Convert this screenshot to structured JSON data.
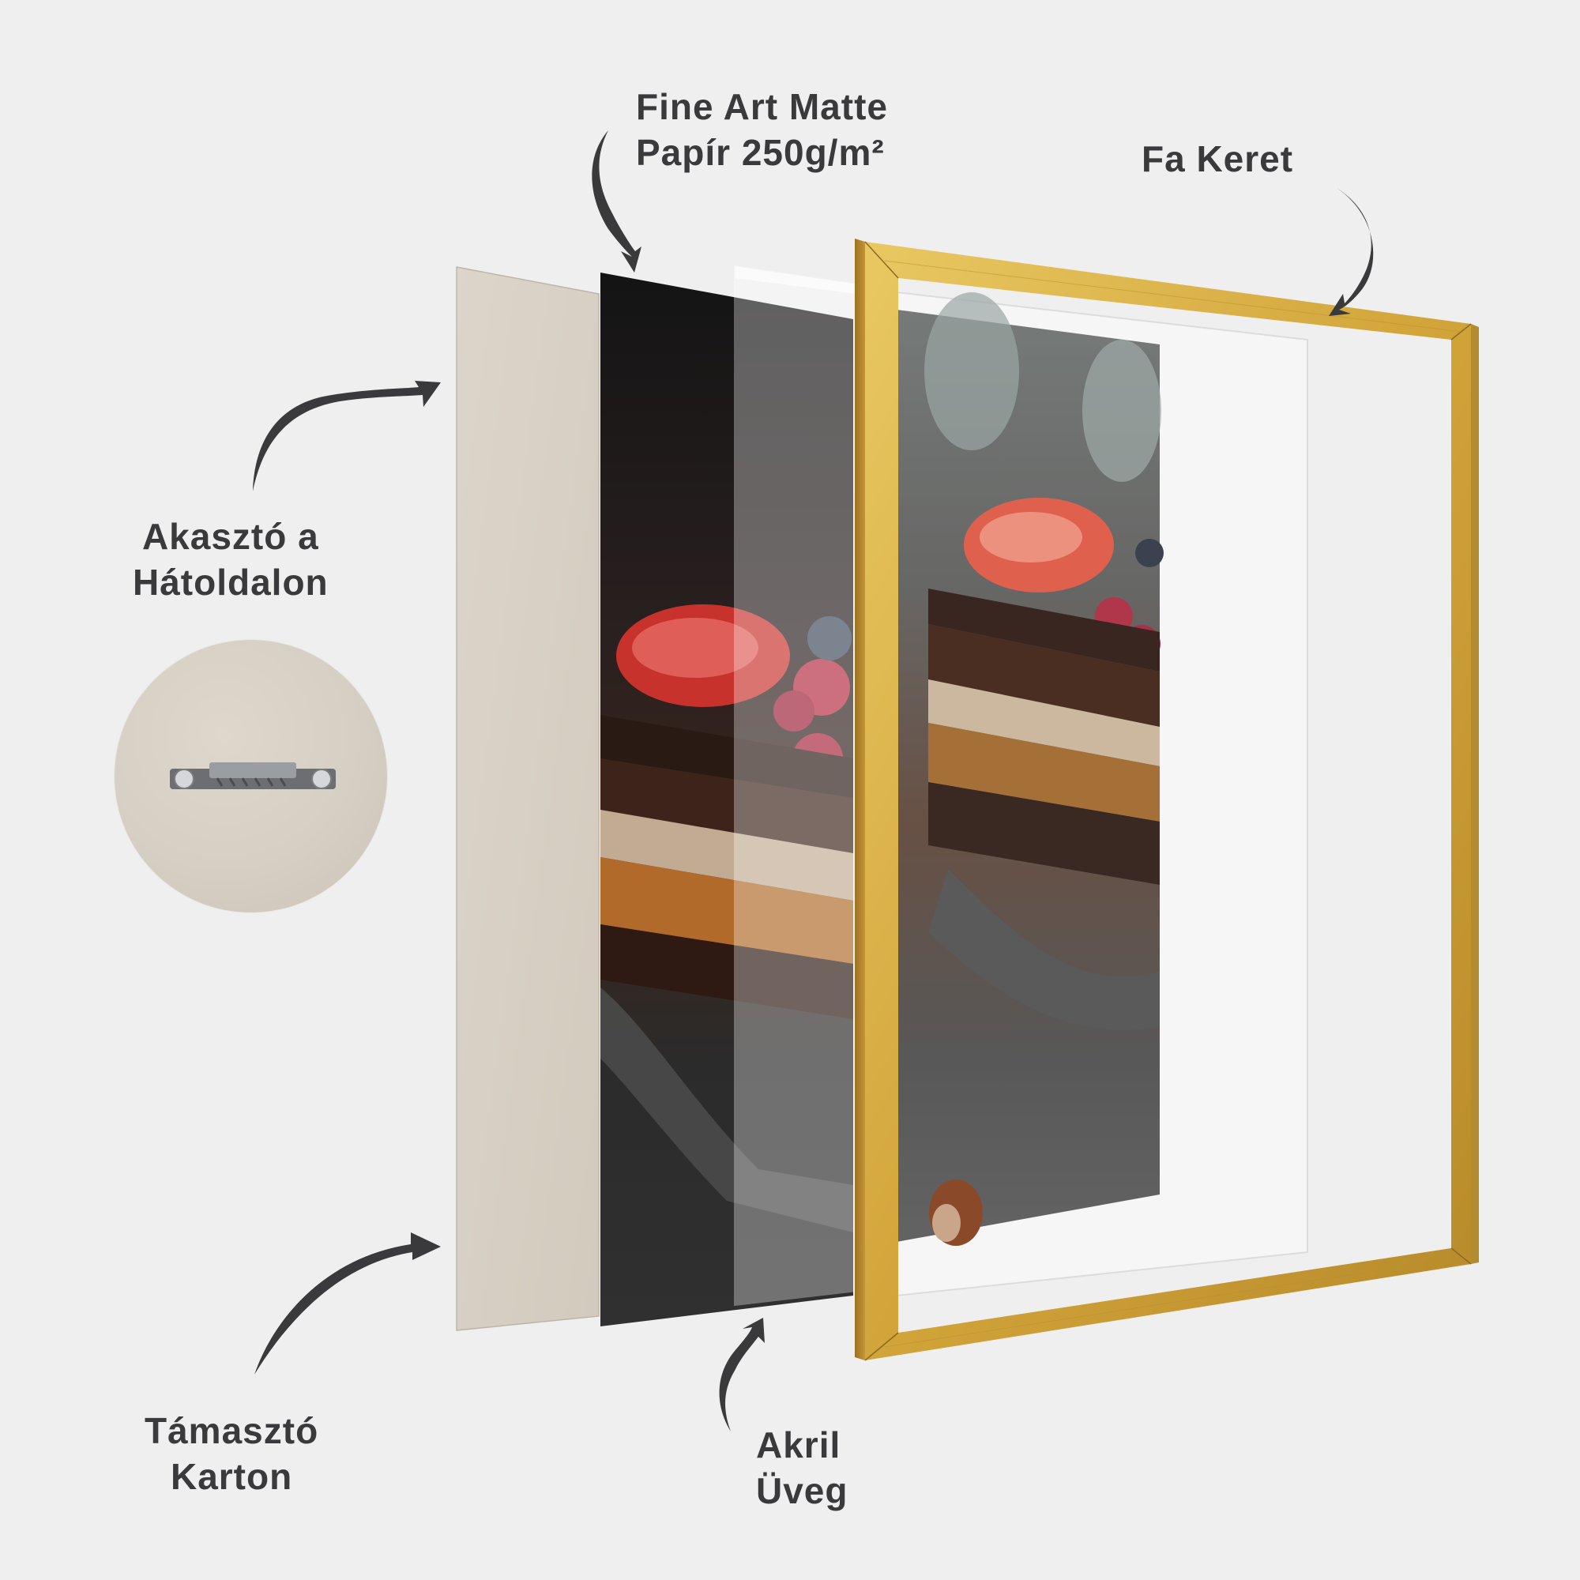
{
  "labels": {
    "paper": {
      "line1": "Fine Art Matte",
      "line2": "Papír 250g/m²"
    },
    "frame": {
      "line1": "Fa Keret"
    },
    "hanger": {
      "line1": "Akasztó a",
      "line2": "Hátoldalon"
    },
    "backing": {
      "line1": "Támasztó",
      "line2": "Karton"
    },
    "acrylic": {
      "line1": "Akril",
      "line2": "Üveg"
    }
  },
  "colors": {
    "background": "#efefef",
    "text": "#3a3a3c",
    "arrow": "#3a3a3c",
    "cardboard": "#d8d1c5",
    "frame_gold": "#d4a93c",
    "print_dark": "#1c1c1c"
  },
  "layers": [
    {
      "id": "backing-cardboard",
      "name": "Támasztó Karton"
    },
    {
      "id": "art-print",
      "name": "Fine Art Matte Papír 250g/m²"
    },
    {
      "id": "acrylic-glass",
      "name": "Akril Üveg"
    },
    {
      "id": "wood-frame",
      "name": "Fa Keret"
    }
  ]
}
